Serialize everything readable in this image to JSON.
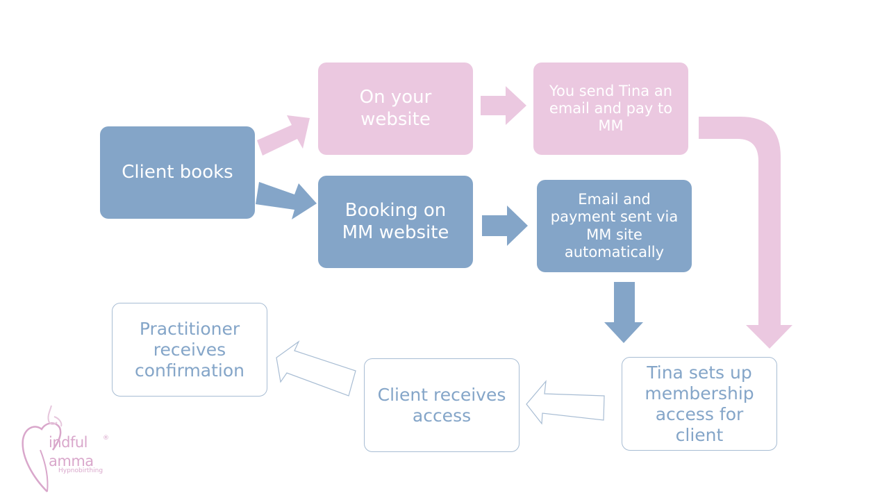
{
  "boxes": {
    "client_books": "Client books",
    "on_your_website": "On your website",
    "you_send_tina": "You send Tina an email and pay to MM",
    "booking_mm": "Booking on MM website",
    "email_payment_auto": "Email and payment sent via MM site automatically",
    "tina_sets_up": "Tina sets up membership access for client",
    "client_receives": "Client receives access",
    "practitioner_receives": "Practitioner receives confirmation"
  },
  "logo": {
    "line1": "indful",
    "line2": "amma",
    "tagline": "Hypnobirthing",
    "registered": "®"
  },
  "colors": {
    "blue": "#84a5c8",
    "pink": "#ebc8e0",
    "outline": "#a7bcd3",
    "logo_pink": "#d9a7cb"
  }
}
